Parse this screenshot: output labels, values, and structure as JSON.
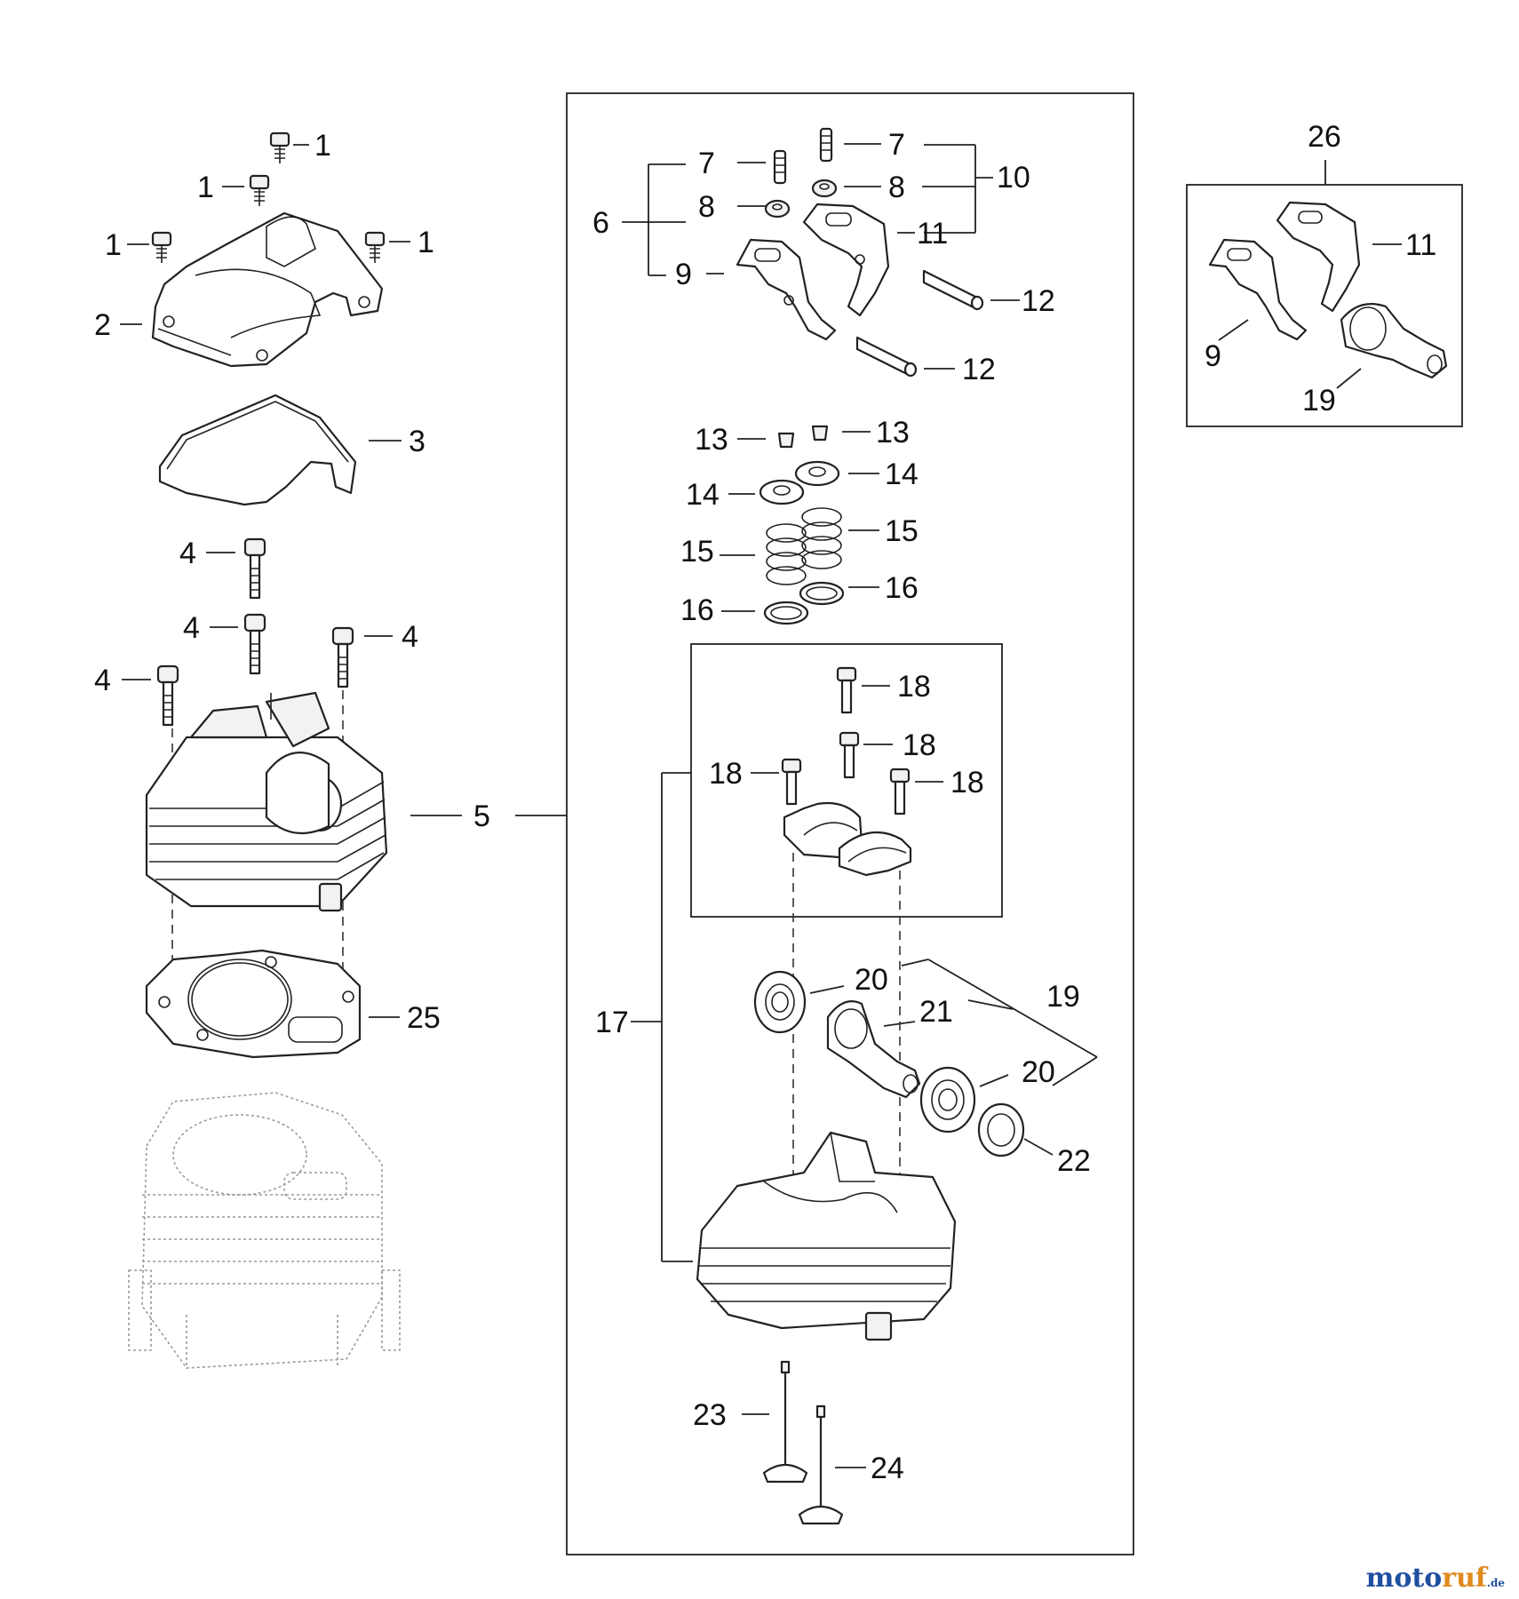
{
  "callouts": {
    "c1a": "1",
    "c1b": "1",
    "c1c": "1",
    "c1d": "1",
    "c2": "2",
    "c3": "3",
    "c4a": "4",
    "c4b": "4",
    "c4c": "4",
    "c4d": "4",
    "c5": "5",
    "c25": "25",
    "c6": "6",
    "c7a": "7",
    "c7b": "7",
    "c8a": "8",
    "c8b": "8",
    "c9": "9",
    "c10": "10",
    "c11": "11",
    "c12a": "12",
    "c12b": "12",
    "c13a": "13",
    "c13b": "13",
    "c14a": "14",
    "c14b": "14",
    "c15a": "15",
    "c15b": "15",
    "c16a": "16",
    "c16b": "16",
    "c17": "17",
    "c18a": "18",
    "c18b": "18",
    "c18c": "18",
    "c18d": "18",
    "c19": "19",
    "c20a": "20",
    "c20b": "20",
    "c21": "21",
    "c22": "22",
    "c23": "23",
    "c24": "24",
    "c26": "26",
    "c26_9": "9",
    "c26_11": "11",
    "c26_19": "19"
  },
  "watermark": {
    "part1": "moto",
    "part2": "ruf",
    "tld": ".de"
  }
}
